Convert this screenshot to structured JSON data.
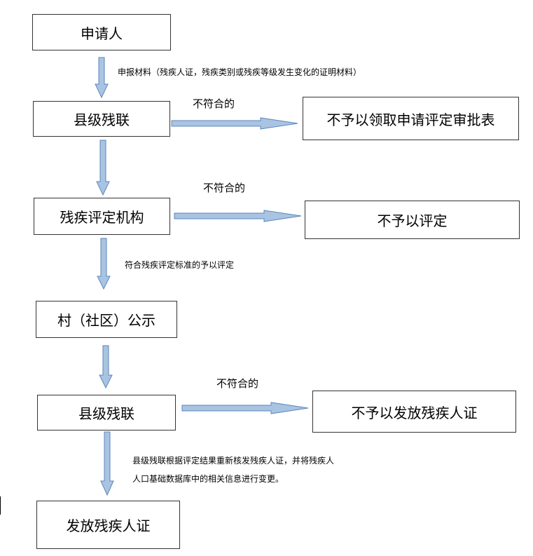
{
  "colors": {
    "arrow_fill": "#a9c4e2",
    "arrow_stroke": "#5b86b8",
    "box_border": "#333333"
  },
  "boxes": {
    "applicant": "申请人",
    "county_1": "县级残联",
    "reject_form": "不予以领取申请评定审批表",
    "assessment": "残疾评定机构",
    "reject_assess": "不予以评定",
    "publicity": "村（社区）公示",
    "county_2": "县级残联",
    "reject_cert": "不予以发放残疾人证",
    "issue_cert": "发放残疾人证"
  },
  "edge_labels": {
    "submit": "申报材料（残疾人证，残疾类别或残疾等级发生变化的证明材料）",
    "not_qualified_1": "不符合的",
    "not_qualified_2": "不符合的",
    "qualified": "符合残疾评定标准的予以评定",
    "not_qualified_3": "不符合的",
    "reissue_line1": "县级残联根据评定结果重新核发残疾人证，并将残疾人",
    "reissue_line2": "人口基础数据库中的相关信息进行变更。"
  }
}
